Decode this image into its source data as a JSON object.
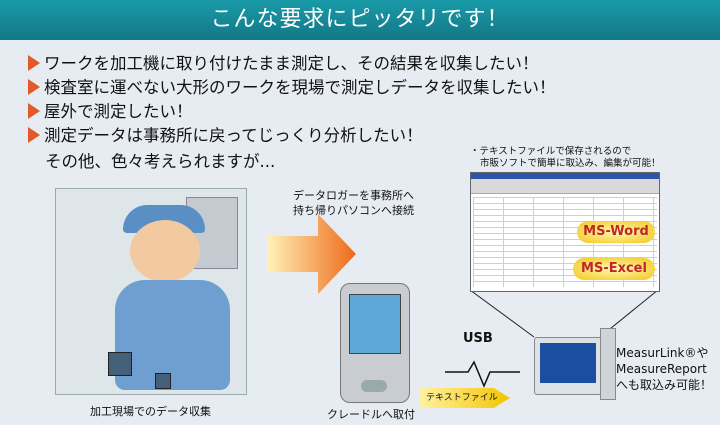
{
  "banner": {
    "title": "こんな要求にピッタリです！"
  },
  "requirements": [
    "ワークを加工機に取り付けたまま測定し、その結果を収集したい！",
    "検査室に運べない大形のワークを現場で測定しデータを収集したい！",
    "屋外で測定したい！",
    "測定データは事務所に戻ってじっくり分析したい！"
  ],
  "closing": "その他、色々考えられますが...",
  "captions": {
    "logger": [
      "データロガーを事務所へ",
      "持ち帰りパソコンへ接続"
    ],
    "field": "加工現場でのデータ収集",
    "cradle": "クレードルへ取付"
  },
  "note": [
    "・テキストファイルで保存されるので",
    "市販ソフトで簡単に取込み、編集が可能！"
  ],
  "pills": {
    "word": "MS-Word",
    "excel": "MS-Excel"
  },
  "connection": {
    "usb": "USB",
    "textfile": "テキストファイル"
  },
  "software": [
    "MeasurLink®や",
    "MeasureReport",
    "へも取込み可能！"
  ],
  "colors": {
    "banner": "#1a9aa8",
    "bullet": "#e05a2a",
    "pill_text": "#c0272d",
    "arrow": "#f39a1f"
  }
}
